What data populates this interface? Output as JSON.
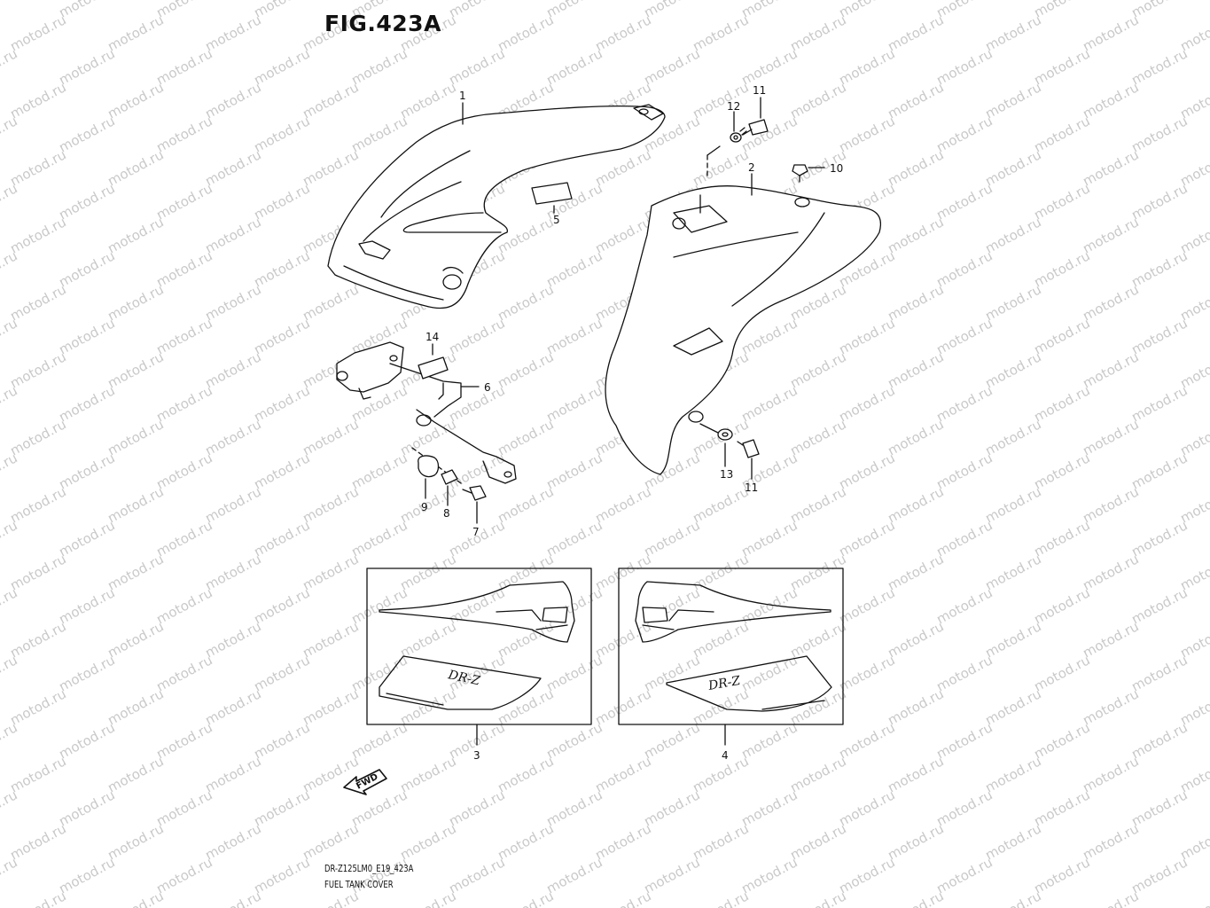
{
  "figure": {
    "title": "FIG.423A",
    "code": "DR-Z125LM0_E19_423A",
    "caption": "FUEL TANK COVER"
  },
  "watermark": {
    "text": "motod.ru",
    "color": "#c9c9c9"
  },
  "callouts": {
    "c1": "1",
    "c2": "2",
    "c3": "3",
    "c4": "4",
    "c5": "5",
    "c6": "6",
    "c7": "7",
    "c8": "8",
    "c9": "9",
    "c10": "10",
    "c11a": "11",
    "c11b": "11",
    "c12": "12",
    "c13": "13",
    "c14": "14"
  },
  "decals": {
    "logo_text": "DR-Z"
  },
  "fwd_label": "FWD"
}
